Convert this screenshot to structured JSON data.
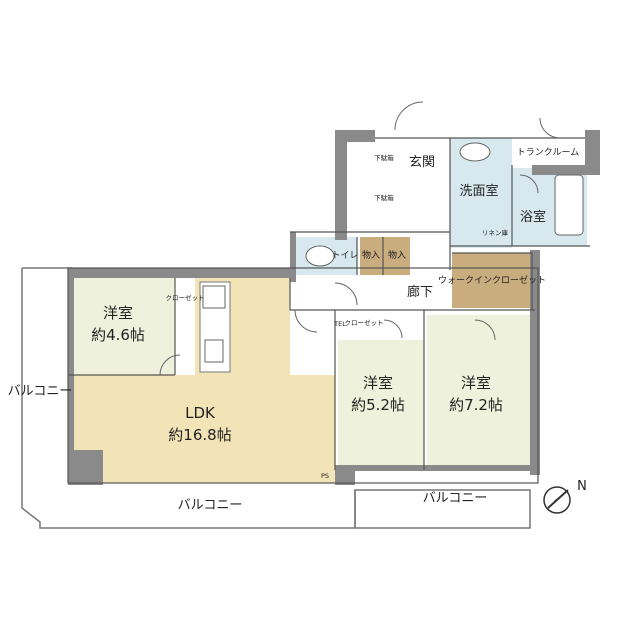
{
  "rooms": {
    "ldk": {
      "name": "LDK",
      "size": "約16.8帖"
    },
    "western1": {
      "name": "洋室",
      "size": "約4.6帖"
    },
    "western2": {
      "name": "洋室",
      "size": "約5.2帖"
    },
    "western3": {
      "name": "洋室",
      "size": "約7.2帖"
    },
    "entrance": "玄関",
    "washroom": "洗面室",
    "bathroom": "浴室",
    "trunk_room": "トランクルーム",
    "toilet": "トイレ",
    "storage1": "物入",
    "storage2": "物入",
    "corridor": "廊下",
    "walk_in_closet": "ウォークインクローゼット",
    "closet1": "クローゼット",
    "closet2": "クローゼット",
    "shoe_box1": "下駄箱",
    "shoe_box2": "下駄箱",
    "linen": "リネン庫"
  },
  "balconies": {
    "left": "バルコニー",
    "bottom_left": "バルコニー",
    "bottom_right": "バルコニー"
  },
  "marks": {
    "tel": "TEL",
    "ps": "PS"
  },
  "compass": {
    "label": "N"
  },
  "colors": {
    "ldk_floor": "#f3e4b8",
    "bedroom_floor": "#eef2dc",
    "wic_floor": "#c9ad7f",
    "wet_floor": "#d7e8ee",
    "wall": "#8a8a8a",
    "outline": "#555555"
  }
}
